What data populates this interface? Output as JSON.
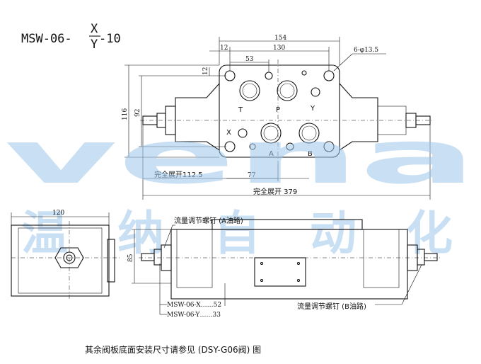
{
  "model": {
    "prefix": "MSW-06-",
    "top": "X",
    "bottom": "Y",
    "suffix": "-10"
  },
  "dimensions": {
    "d154": "154",
    "d12a": "12",
    "d130": "130",
    "d53": "53",
    "hole": "6-φ13.5",
    "d12b": "12",
    "d116": "116",
    "d92": "92",
    "d112": "完全展开112.5",
    "d77": "77",
    "d379": "完全展开 379",
    "d120": "120",
    "d85": "85"
  },
  "ports": {
    "t": "T",
    "p": "P",
    "y": "Y",
    "x": "X",
    "a": "A",
    "b": "B"
  },
  "callouts": {
    "a_screw": "流量调节螺钉 (A油路)",
    "b_screw": "流量调节螺钉 (B油路)",
    "msw_x": "MSW-06-X……52",
    "msw_y": "MSW-06-Y……33"
  },
  "watermark": {
    "latin": "vena",
    "chinese": [
      "温",
      "纳",
      "自",
      "动",
      "化"
    ]
  },
  "caption": "其余阀板底面安装尺寸请参见 (DSY-G06阀) 图"
}
